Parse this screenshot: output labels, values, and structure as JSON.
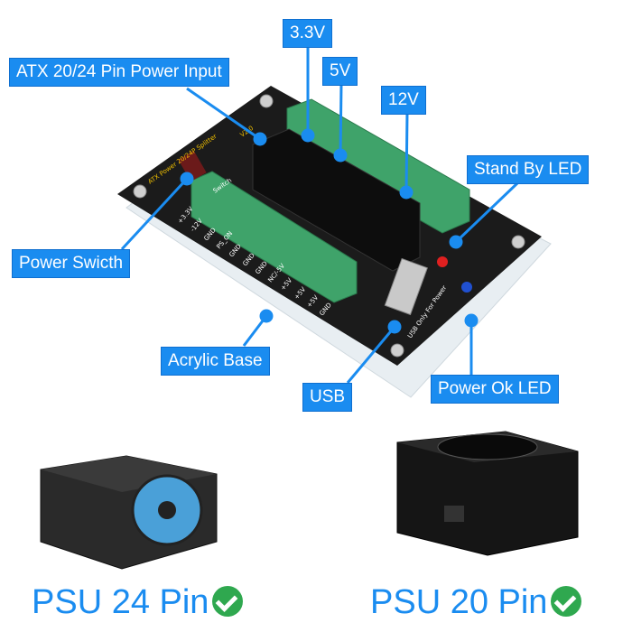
{
  "callouts": {
    "v33": "3.3V",
    "atx_input": "ATX 20/24 Pin Power Input",
    "v5": "5V",
    "v12": "12V",
    "standby_led": "Stand By LED",
    "power_switch": "Power Swicth",
    "acrylic_base": "Acrylic Base",
    "usb": "USB",
    "power_ok_led": "Power Ok LED"
  },
  "board": {
    "title": "ATX Power 20/24P Splitter",
    "version": "V2.0",
    "switch_label": "Switch",
    "usb_note": "USB Only For Power",
    "pin_labels": [
      "+3.3V",
      "-12V",
      "GND",
      "PS_ON",
      "GND",
      "GND",
      "GND",
      "NC/-5V",
      "+5V",
      "+5V",
      "+5V",
      "GND"
    ]
  },
  "products": [
    {
      "label": "PSU 24 Pin",
      "supported": true
    },
    {
      "label": "PSU 20 Pin",
      "supported": true
    }
  ],
  "colors": {
    "callout": "#1a8cf0",
    "check": "#2fa84f",
    "terminal": "#3fa36a",
    "pcb": "#1b1b1b"
  }
}
